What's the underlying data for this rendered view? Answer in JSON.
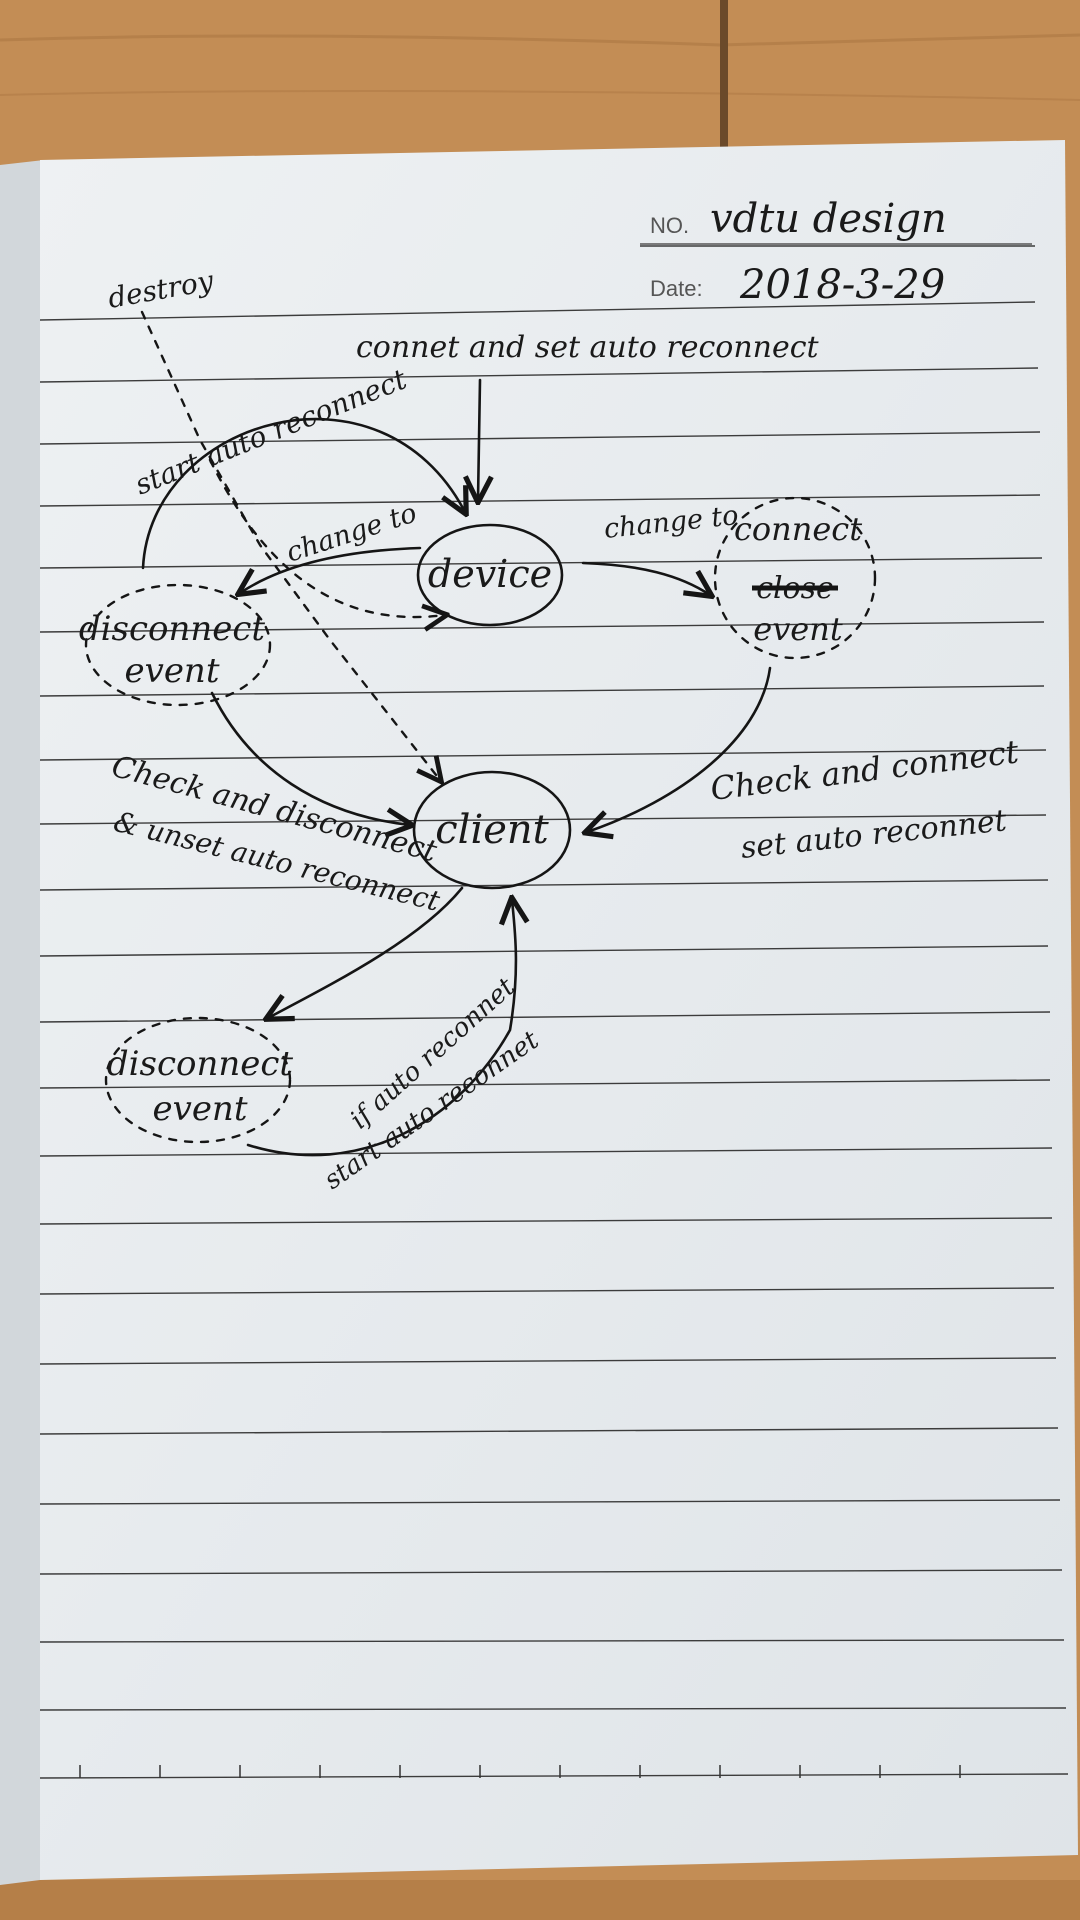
{
  "header": {
    "no_label": "NO.",
    "no_value": "vdtu design",
    "date_label": "Date:",
    "date_value": "2018-3-29"
  },
  "nodes": {
    "device": "device",
    "client": "client",
    "connect_event": [
      "connect",
      "close",
      "event"
    ],
    "disconnect_event_top": [
      "disconnect",
      "event"
    ],
    "disconnect_event_bottom": [
      "disconnect",
      "event"
    ]
  },
  "labels": {
    "destroy": "destroy",
    "connect_set_auto": "connet and set auto reconnect",
    "start_auto_reconnect": "start auto reconnect",
    "change_to_left": "change to",
    "change_to_right": "change to",
    "check_and_disconnect": "Check and disconnect",
    "unset_auto_reconnect": "& unset auto reconnect",
    "check_and_connect": "Check and connect",
    "set_auto_reconnet": "set auto reconnet",
    "if_auto_reconnet": "if auto reconnet",
    "start_auto_reconnet": "start auto reconnet"
  },
  "colors": {
    "paper": "#e8ecef",
    "ink": "#151515",
    "table": "#c08a52"
  }
}
